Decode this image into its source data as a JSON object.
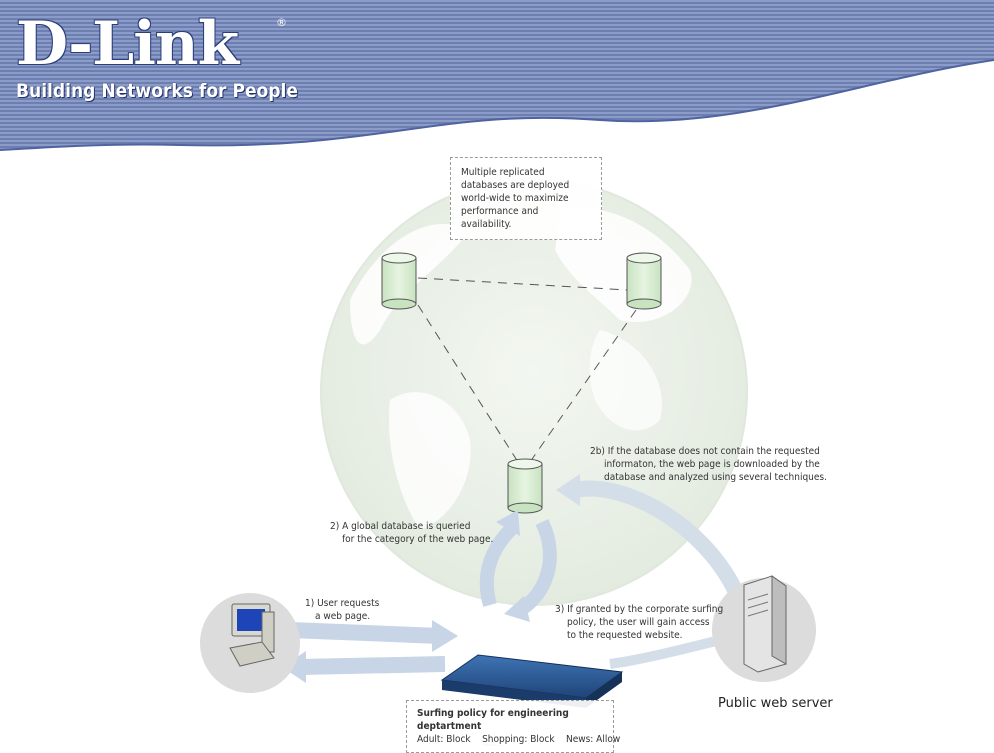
{
  "header": {
    "logo_text": "D-Link",
    "logo_registered": "®",
    "tagline": "Building Networks for People"
  },
  "notes": {
    "replicated": "Multiple replicated databases are deployed world-wide to maximize performance and availability.",
    "step1_line1": "1) User requests",
    "step1_line2": "a web page.",
    "step2_line1": "2) A global database is queried",
    "step2_line2": "for the category of the web page.",
    "step2b_line1": "2b) If the database does not contain the requested",
    "step2b_line2": "informaton, the web page is downloaded by the",
    "step2b_line3": "database and analyzed using several techniques.",
    "step3_line1": "3) If granted by the corporate surfing",
    "step3_line2": "policy, the user will gain access",
    "step3_line3": "to the requested website."
  },
  "server_label": "Public web server",
  "policy": {
    "title": "Surfing policy for engineering deptartment",
    "rules": "Adult: Block    Shopping: Block    News: Allow"
  },
  "colors": {
    "brand_blue": "#2c3f7a",
    "globe": "#eef3ec",
    "db_green": "#d9eed3",
    "arrow": "#c9d6e6",
    "firewall": "#2e5a92"
  }
}
